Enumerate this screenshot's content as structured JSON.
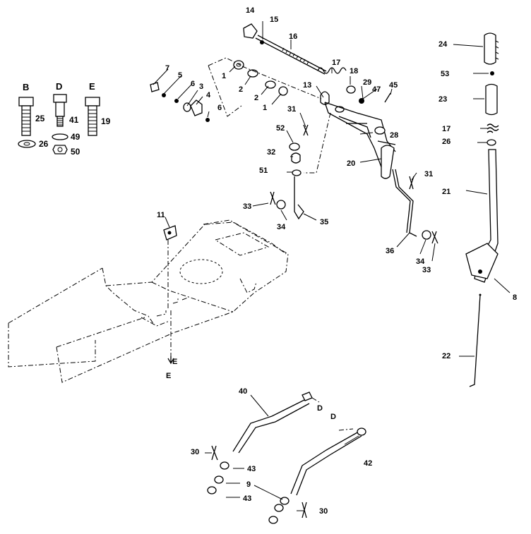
{
  "callouts": {
    "c14": "14",
    "c15": "15",
    "c16": "16",
    "c17a": "17",
    "c18": "18",
    "c29": "29",
    "c47": "47",
    "c45": "45",
    "c13": "13",
    "c1a": "1",
    "c1b": "1",
    "c2a": "2",
    "c2b": "2",
    "c7": "7",
    "c5": "5",
    "c6a": "6",
    "c3": "3",
    "c4": "4",
    "c6b": "6",
    "c31a": "31",
    "c52": "52",
    "c28": "28",
    "c32": "32",
    "c20": "20",
    "c51": "51",
    "c31b": "31",
    "c33a": "33",
    "c34a": "34",
    "c35": "35",
    "c36": "36",
    "c34b": "34",
    "c33b": "33",
    "c11": "11",
    "c24": "24",
    "c53": "53",
    "c23": "23",
    "c17b": "17",
    "c26b": "26",
    "c21": "21",
    "c8": "8",
    "c22": "22",
    "c40": "40",
    "c42": "42",
    "c30a": "30",
    "c43a": "43",
    "c9": "9",
    "c43b": "43",
    "c30b": "30",
    "cE1": "E",
    "cE2": "E",
    "cD1": "D",
    "cD2": "D"
  },
  "hardware_kit": {
    "header_b": "B",
    "header_d": "D",
    "header_e": "E",
    "n25": "25",
    "n26": "26",
    "n41": "41",
    "n49": "49",
    "n50": "50",
    "n19": "19"
  }
}
